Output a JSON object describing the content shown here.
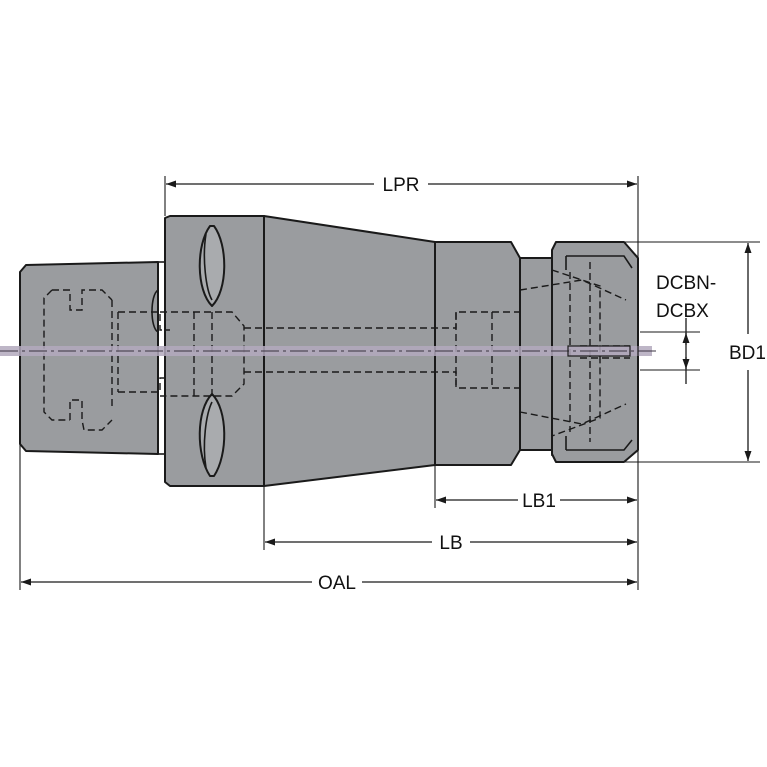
{
  "dimensions": {
    "lpr": "LPR",
    "dcbn_dcbx_line1": "DCBN-",
    "dcbn_dcbx_line2": "DCBX",
    "bd1": "BD1",
    "lb1": "LB1",
    "lb": "LB",
    "oal": "OAL"
  },
  "colors": {
    "body": "#9a9c9f",
    "outline": "#1a1a1a",
    "centerline_band": "#b3a9bd"
  }
}
